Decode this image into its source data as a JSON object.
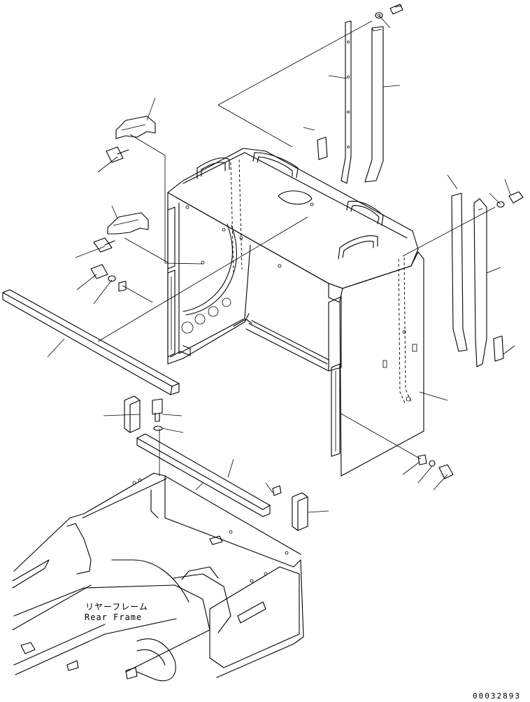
{
  "diagram": {
    "label_jp": "リヤーフレーム",
    "label_en": "Rear Frame",
    "drawing_number": "00032893"
  }
}
